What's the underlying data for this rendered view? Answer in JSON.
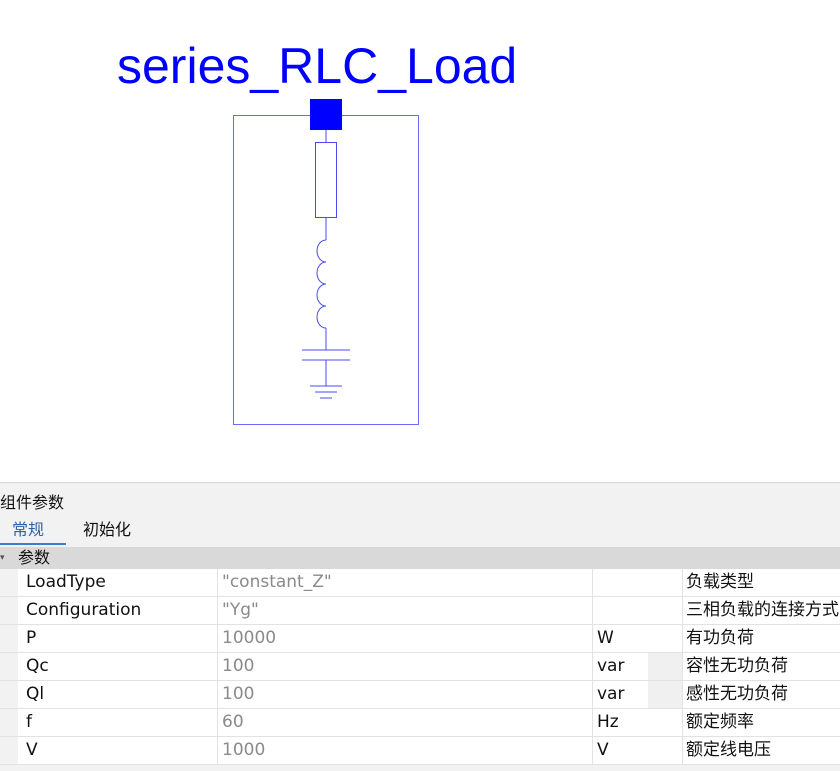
{
  "component": {
    "title": "series_RLC_Load"
  },
  "colors": {
    "accent": "#0000ff",
    "schematic_stroke": "#4a4af0",
    "tab_active": "#2a62a8"
  },
  "panel": {
    "title": "组件参数",
    "tabs": [
      {
        "label": "常规",
        "active": true
      },
      {
        "label": "初始化",
        "active": false
      }
    ],
    "group": {
      "label": "参数",
      "expanded": true
    },
    "rows": [
      {
        "name": "LoadType",
        "value": "\"constant_Z\"",
        "unit": "",
        "desc": "负载类型"
      },
      {
        "name": "Configuration",
        "value": "\"Yg\"",
        "unit": "",
        "desc": "三相负载的连接方式"
      },
      {
        "name": "P",
        "value": "10000",
        "unit": "W",
        "desc": "有功负荷"
      },
      {
        "name": "Qc",
        "value": "100",
        "unit": "var",
        "desc": "容性无功负荷"
      },
      {
        "name": "Ql",
        "value": "100",
        "unit": "var",
        "desc": "感性无功负荷"
      },
      {
        "name": "f",
        "value": "60",
        "unit": "Hz",
        "desc": "额定频率"
      },
      {
        "name": "V",
        "value": "1000",
        "unit": "V",
        "desc": "额定线电压"
      }
    ]
  }
}
